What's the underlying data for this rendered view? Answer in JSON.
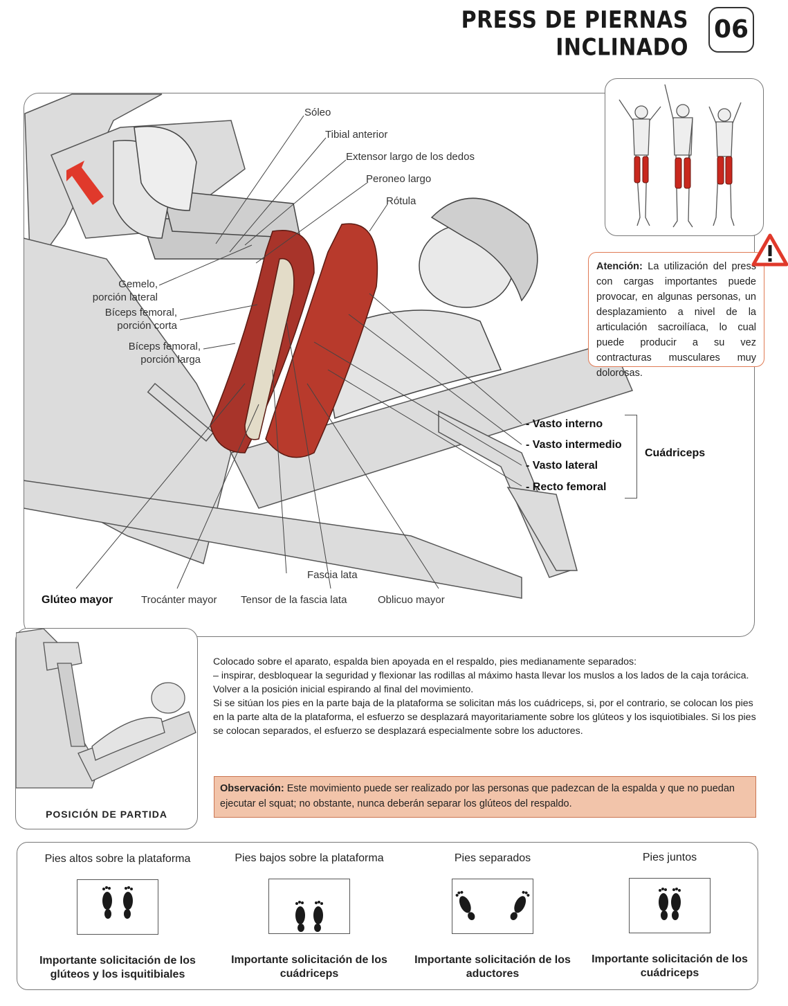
{
  "header": {
    "title": "PRESS DE PIERNAS INCLINADO",
    "page_number": "06"
  },
  "labels": {
    "soleo": "Sóleo",
    "tibial": "Tibial anterior",
    "extensor": "Extensor largo de los dedos",
    "peroneo": "Peroneo largo",
    "rotula": "Rótula",
    "gemelo_1": "Gemelo,",
    "gemelo_2": "porción lateral",
    "biceps_corta_1": "Bíceps femoral,",
    "biceps_corta_2": "porción corta",
    "biceps_larga_1": "Bíceps femoral,",
    "biceps_larga_2": "porción larga",
    "gluteo": "Glúteo mayor",
    "trocanter": "Trocánter mayor",
    "tensor": "Tensor de la fascia lata",
    "fascia": "Fascia lata",
    "oblicuo": "Oblicuo mayor"
  },
  "quadriceps": {
    "items": [
      "- Vasto interno",
      "- Vasto intermedio",
      "- Vasto lateral",
      "- Recto femoral"
    ],
    "group": "Cuádriceps"
  },
  "warning": {
    "lead": "Atención:",
    "text": "La utilización del press con cargas importantes puede provocar, en algunas personas, un desplazamiento a nivel de la articulación sacroilíaca, lo cual puede producir a su vez contracturas musculares muy dolorosas."
  },
  "start_position": {
    "caption": "POSICIÓN DE PARTIDA"
  },
  "description": {
    "p1": "Colocado sobre el aparato, espalda bien apoyada en el respaldo, pies medianamente separados:",
    "p2": "– inspirar, desbloquear la seguridad y flexionar las rodillas al máximo hasta llevar los muslos a los lados de la caja torácica. Volver a la posición inicial espirando al final del movimiento.",
    "p3": "Si se sitúan los pies en la parte baja de la plataforma se solicitan más los cuádriceps, si, por el contrario, se colocan los pies en la parte alta de la plataforma, el esfuerzo se desplazará mayoritariamente sobre los glúteos y los isquiotibiales. Si los pies se colocan separados, el esfuerzo se desplazará especialmente sobre los aductores."
  },
  "observation": {
    "lead": "Observación:",
    "text": "Este movimiento puede ser realizado por las personas que padezcan de la espalda y que no puedan ejecutar el squat; no obstante, nunca deberán separar los glúteos del respaldo."
  },
  "foot_positions": [
    {
      "title": "Pies altos sobre la plataforma",
      "desc": "Importante solicitación de los glúteos y los isquitibiales"
    },
    {
      "title": "Pies bajos sobre la plataforma",
      "desc": "Importante solicitación de los cuádriceps"
    },
    {
      "title": "Pies separados",
      "desc": "Importante solicitación de los aductores"
    },
    {
      "title": "Pies juntos",
      "desc": "Importante solicitación de los cuádriceps"
    }
  ],
  "colors": {
    "muscle": "#b83a2c",
    "warning": "#e0392b",
    "observation_bg": "#f2c4aa",
    "machine": "#d8d8d8"
  },
  "icons": [
    "warning-triangle-icon",
    "direction-arrow-icon",
    "footprint-icon"
  ]
}
